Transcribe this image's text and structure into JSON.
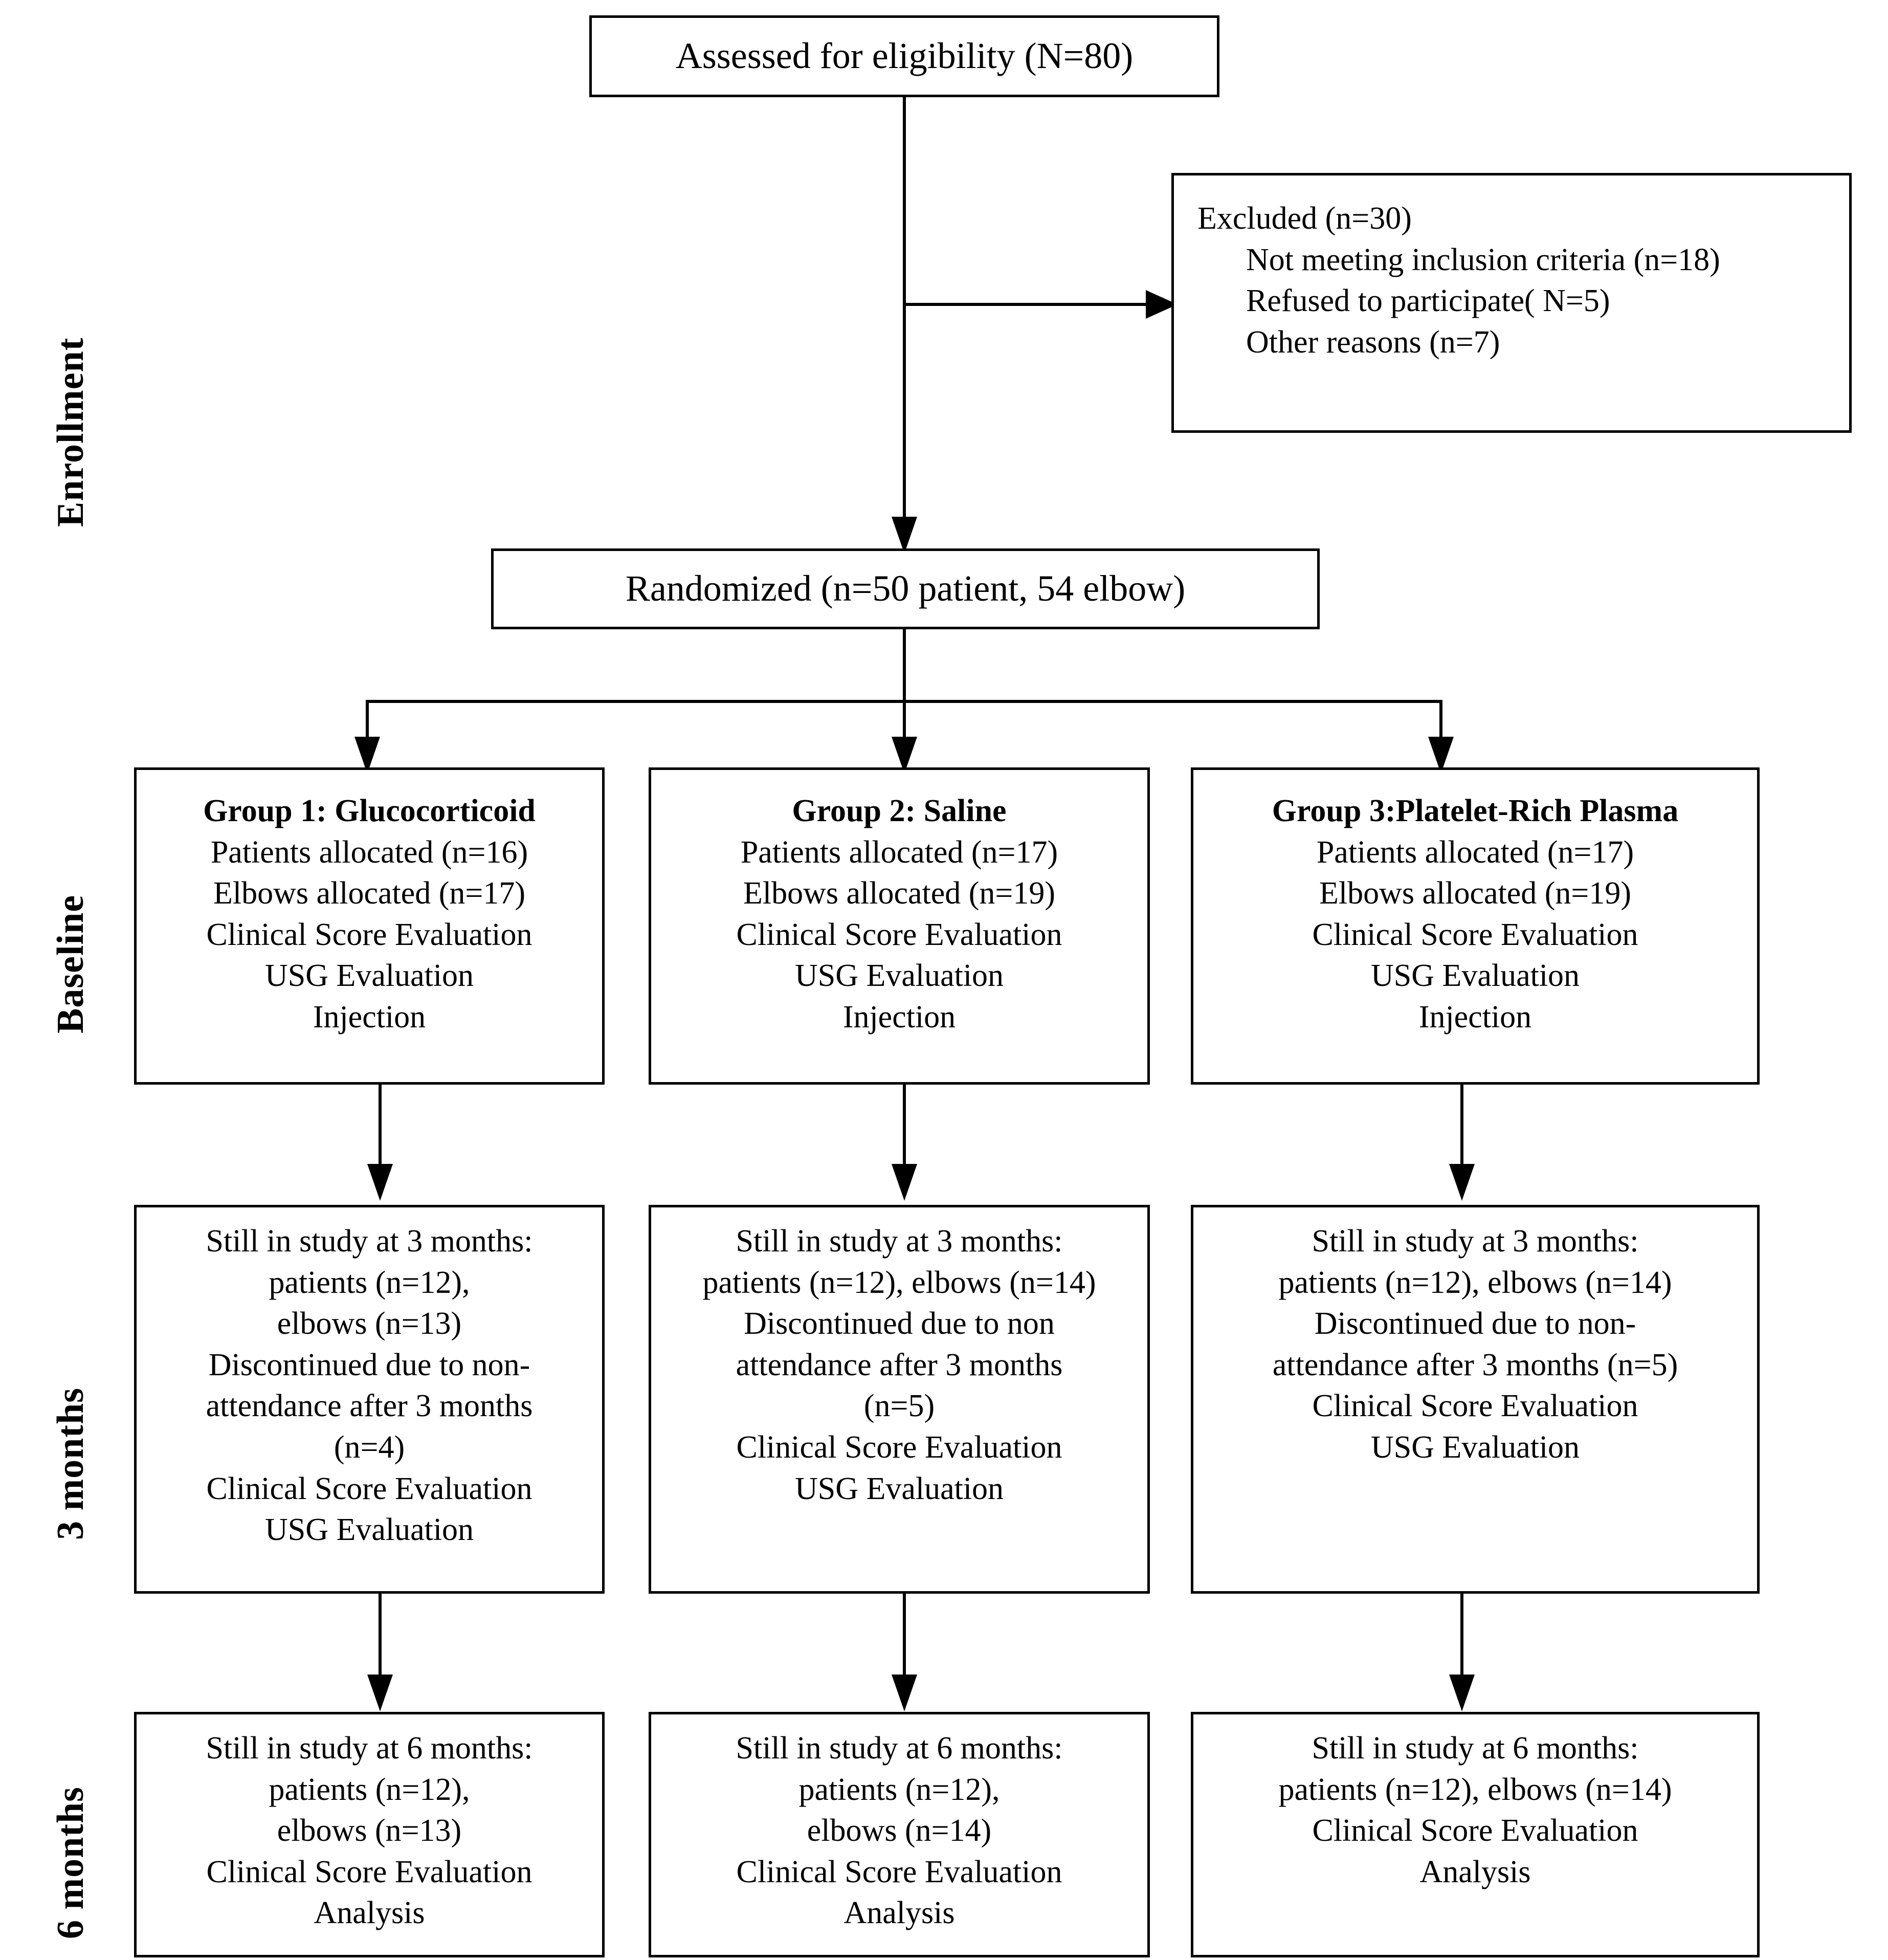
{
  "figure": {
    "type": "consort-flow-diagram",
    "title": "CONSORT participant flow diagram"
  },
  "stages": [
    {
      "id": "enrollment",
      "label": "Enrollment"
    },
    {
      "id": "baseline",
      "label": "Baseline"
    },
    {
      "id": "three-months",
      "label": "3 months"
    },
    {
      "id": "six-months",
      "label": "6 months"
    }
  ],
  "nodes": {
    "eligibility": {
      "lines": [
        "Assessed for eligibility (N=80)"
      ]
    },
    "excluded": {
      "heading": "Excluded (n=30)",
      "reasons": [
        "Not meeting inclusion criteria (n=18)",
        "Refused to participate( N=5)",
        "Other reasons (n=7)"
      ]
    },
    "randomized": {
      "lines": [
        "Randomized (n=50 patient, 54 elbow)"
      ]
    },
    "baseline_group1": {
      "title": "Group 1: Glucocorticoid",
      "lines": [
        "Patients allocated (n=16)",
        "Elbows allocated (n=17)",
        "Clinical Score Evaluation",
        "USG Evaluation",
        "Injection"
      ]
    },
    "baseline_group2": {
      "title": "Group 2: Saline",
      "lines": [
        "Patients allocated (n=17)",
        "Elbows allocated (n=19)",
        "Clinical Score Evaluation",
        "USG Evaluation",
        "Injection"
      ]
    },
    "baseline_group3": {
      "title": "Group 3:Platelet-Rich Plasma",
      "lines": [
        "Patients allocated (n=17)",
        "Elbows allocated (n=19)",
        "Clinical Score Evaluation",
        "USG Evaluation",
        "Injection"
      ]
    },
    "m3_group1": {
      "lines": [
        "Still in study at 3 months:",
        "patients (n=12),",
        "elbows (n=13)",
        "Discontinued due to non-",
        "attendance after 3 months",
        "(n=4)",
        "Clinical Score Evaluation",
        "USG Evaluation"
      ]
    },
    "m3_group2": {
      "lines": [
        "Still in study at 3 months:",
        "patients (n=12), elbows (n=14)",
        "Discontinued due to non",
        "attendance after 3 months",
        "(n=5)",
        "Clinical Score Evaluation",
        "USG Evaluation"
      ]
    },
    "m3_group3": {
      "lines": [
        "Still in study at 3 months:",
        "patients (n=12), elbows (n=14)",
        "Discontinued due to non-",
        "attendance after 3 months (n=5)",
        "Clinical Score Evaluation",
        "USG Evaluation"
      ]
    },
    "m6_group1": {
      "lines": [
        "Still in study at 6 months:",
        "patients (n=12),",
        "elbows (n=13)",
        "Clinical Score Evaluation",
        "Analysis"
      ]
    },
    "m6_group2": {
      "lines": [
        "Still in study at 6 months:",
        "patients (n=12),",
        "elbows (n=14)",
        "Clinical Score Evaluation",
        "Analysis"
      ]
    },
    "m6_group3": {
      "lines": [
        "Still in study at 6 months:",
        "patients (n=12), elbows (n=14)",
        "Clinical Score Evaluation",
        "Analysis"
      ]
    }
  },
  "colors": {
    "stroke": "#000000",
    "fill": "#ffffff",
    "text": "#000000"
  }
}
